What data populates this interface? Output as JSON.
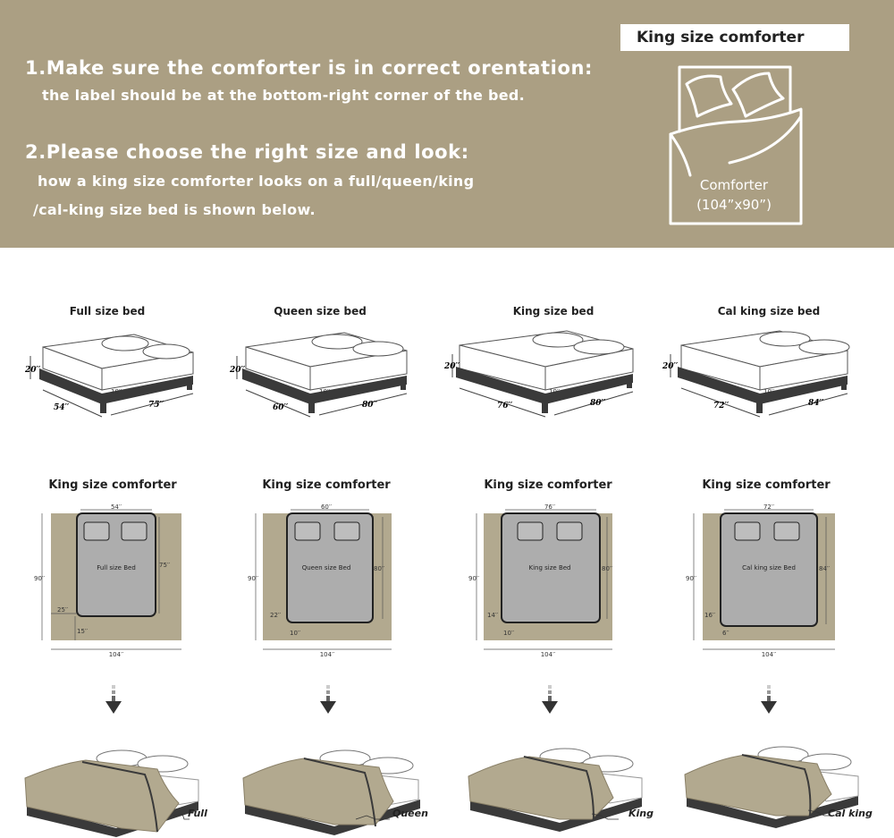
{
  "header": {
    "step1_title": "1.Make sure the comforter is in correct orentation:",
    "step1_text": "the label should be at the bottom-right corner of the bed.",
    "step2_title": "2.Please choose the right size and look:",
    "step2_line1": "how a king size comforter looks on a full/queen/king",
    "step2_line2": "/cal-king size bed is shown below.",
    "size_label": "King size comforter",
    "comforter_word": "Comforter",
    "comforter_dims": "(104”x90”)"
  },
  "beds": [
    {
      "title": "Full size bed",
      "height": "20′′",
      "mattress": "10′′",
      "width": "54′′",
      "length": "75′′"
    },
    {
      "title": "Queen size bed",
      "height": "20′′",
      "mattress": "10′′",
      "width": "60′′",
      "length": "80′′"
    },
    {
      "title": "King size bed",
      "height": "20′′",
      "mattress": "10′′",
      "width": "76′′",
      "length": "80′′"
    },
    {
      "title": "Cal king size bed",
      "height": "20′′",
      "mattress": "10′′",
      "width": "72′′",
      "length": "84′′"
    }
  ],
  "layouts": [
    {
      "title": "King size comforter",
      "bed_label": "Full size Bed",
      "top": "54′′",
      "side": "75′′",
      "height": "90′′",
      "overhang_side": "25′′",
      "overhang_foot": "15′′",
      "total": "104′′"
    },
    {
      "title": "King size comforter",
      "bed_label": "Queen size Bed",
      "top": "60′′",
      "side": "80′′",
      "height": "90′′",
      "overhang_side": "22′′",
      "overhang_foot": "10′′",
      "total": "104′′"
    },
    {
      "title": "King size comforter",
      "bed_label": "King size Bed",
      "top": "76′′",
      "side": "80′′",
      "height": "90′′",
      "overhang_side": "14′′",
      "overhang_foot": "10′′",
      "total": "104′′"
    },
    {
      "title": "King size comforter",
      "bed_label": "Cal king size Bed",
      "top": "72′′",
      "side": "84′′",
      "height": "90′′",
      "overhang_side": "16′′",
      "overhang_foot": "6′′",
      "total": "104′′"
    }
  ],
  "results": [
    {
      "label": "Full"
    },
    {
      "label": "Queen"
    },
    {
      "label": "King"
    },
    {
      "label": "Cal king"
    }
  ],
  "colors": {
    "banner": "#ab9f83",
    "comforter": "#b2a98f",
    "frame": "#3a3a3a",
    "mattress_gray": "#adadad"
  }
}
